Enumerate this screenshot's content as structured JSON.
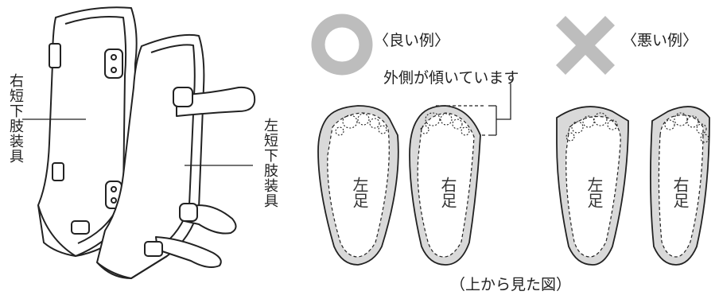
{
  "labels": {
    "right_brace": "右短下肢装具",
    "left_brace": "左短下肢装具",
    "good_example": "〈良い例〉",
    "bad_example": "〈悪い例〉",
    "tilt_note": "外側が傾いています",
    "view_caption": "（上から見た図）"
  },
  "feet": {
    "good_left": "左足",
    "good_right": "右足",
    "bad_left": "左足",
    "bad_right": "右足"
  },
  "colors": {
    "symbol_gray": "#bdbdbd",
    "shade_gray": "#d9d9d9",
    "line": "#222222"
  },
  "icons": {
    "good": "circle-icon",
    "bad": "cross-icon"
  }
}
